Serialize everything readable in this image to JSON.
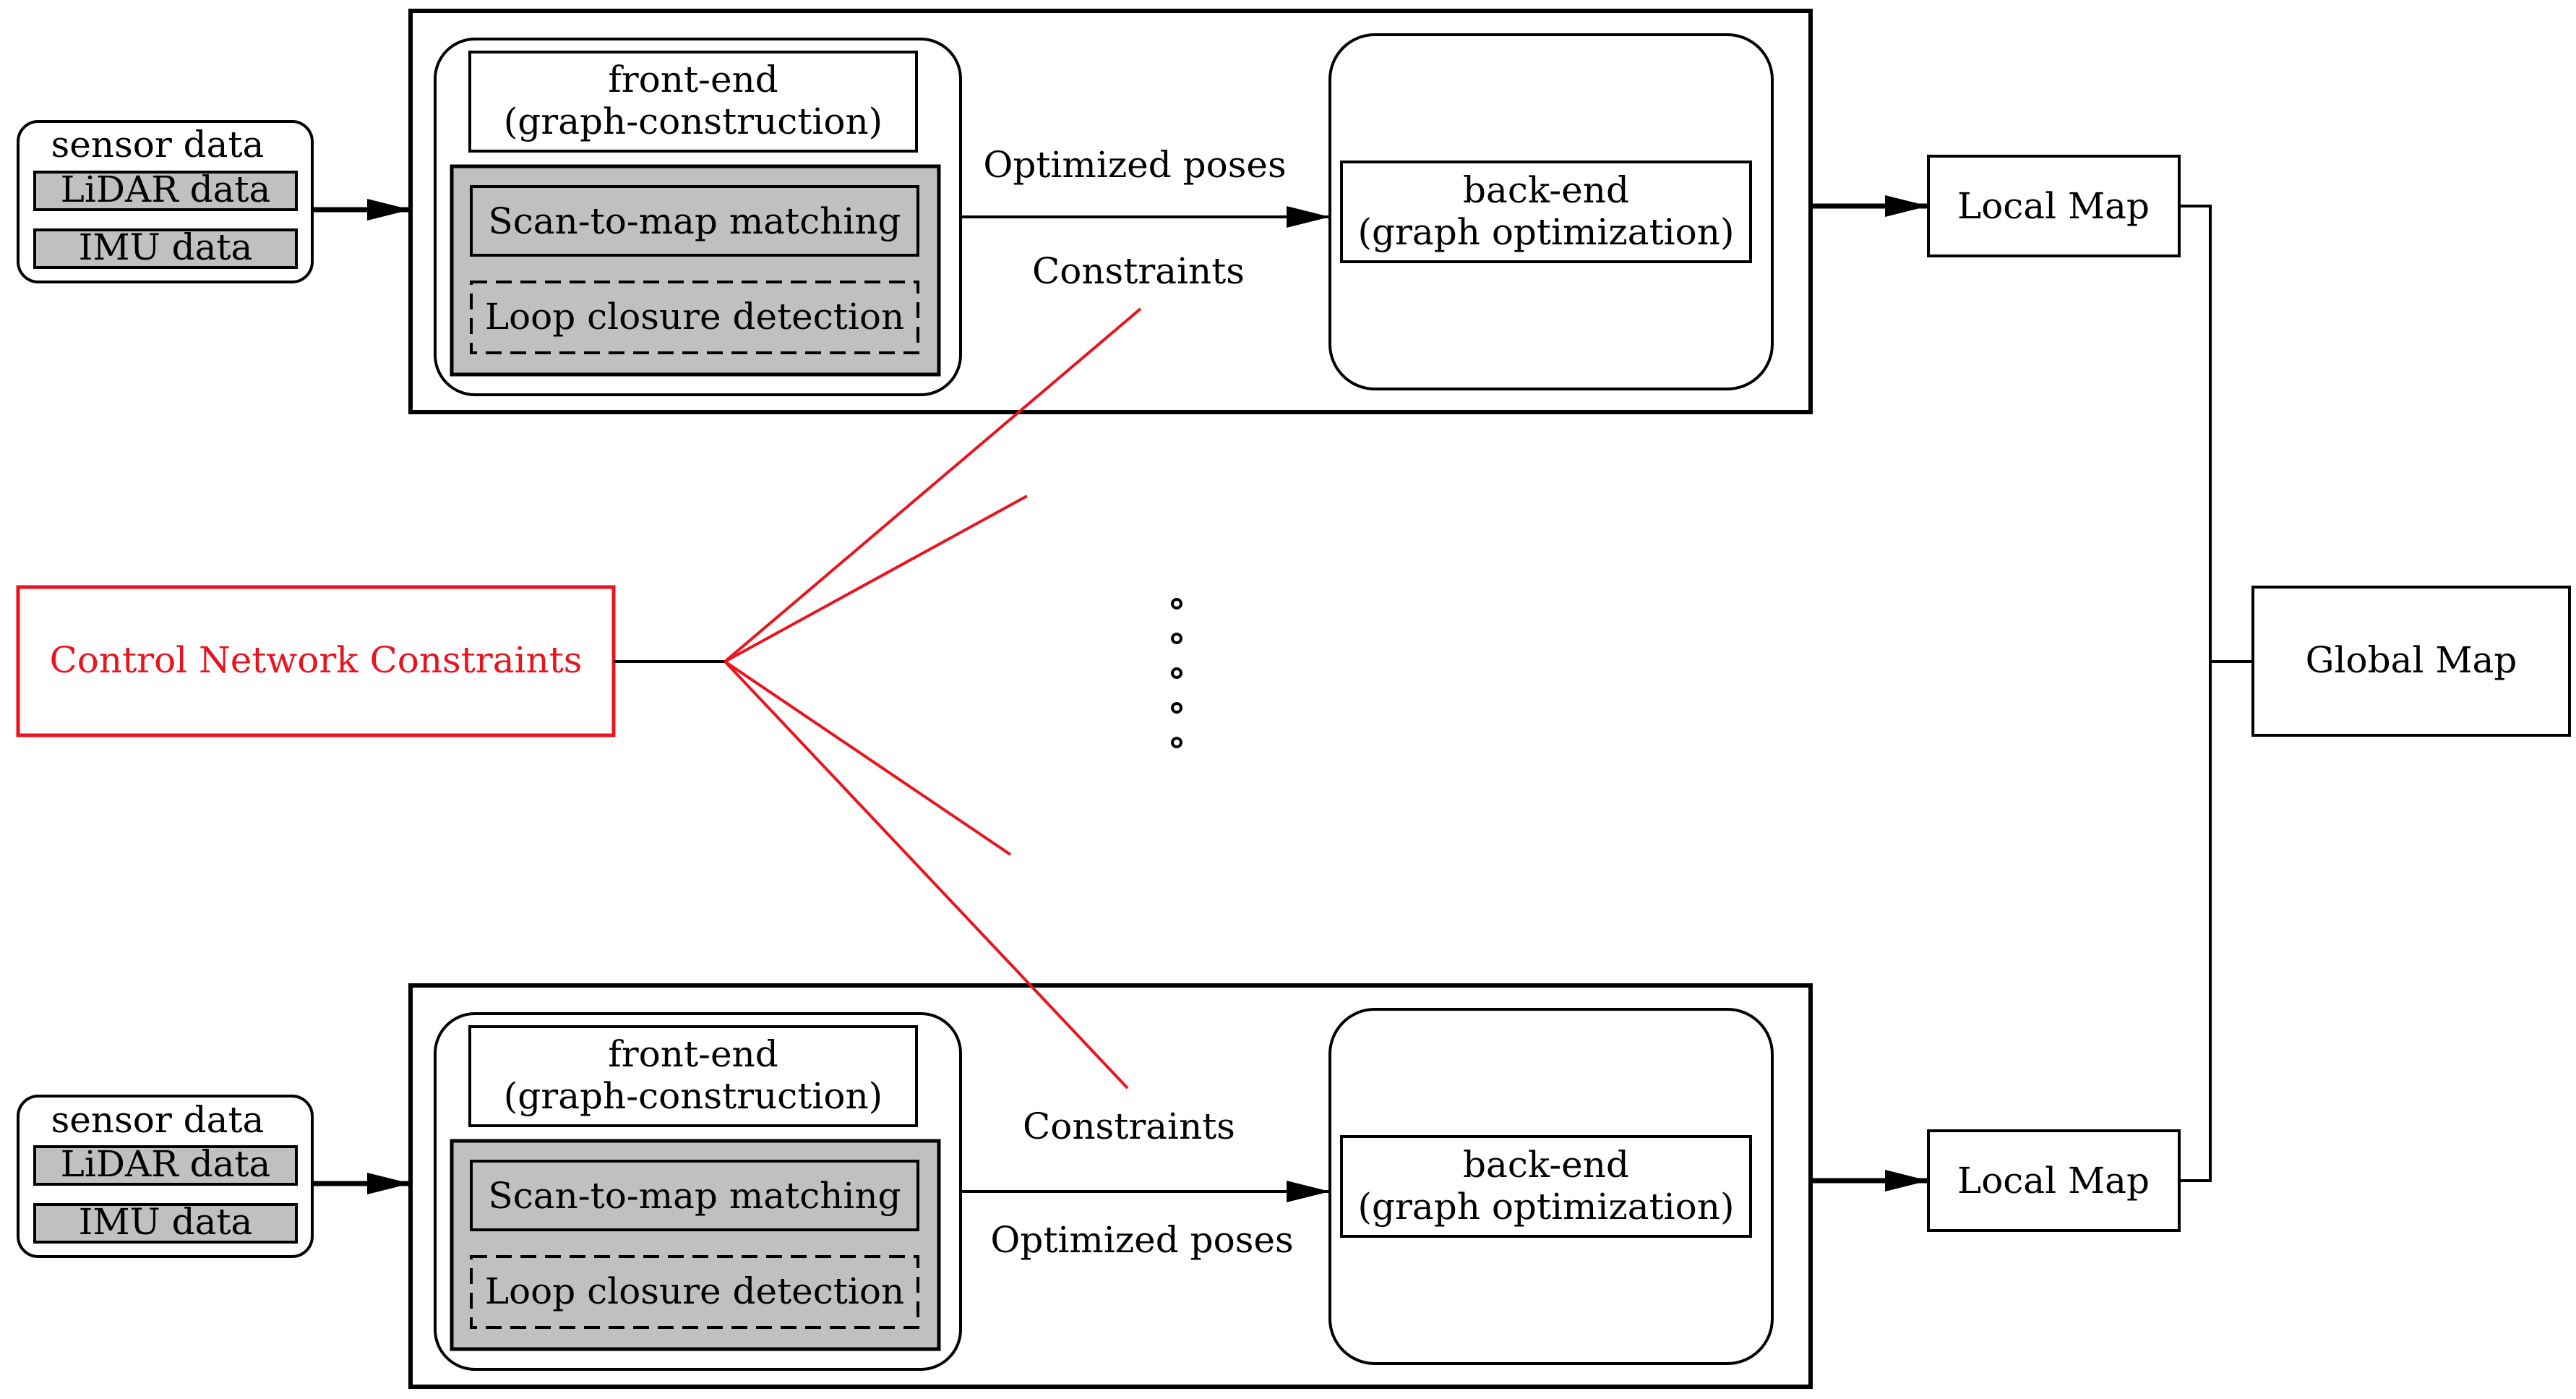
{
  "top_pipeline": {
    "sensor": {
      "title": "sensor data",
      "lidar": "LiDAR data",
      "imu": "IMU data"
    },
    "front_end": {
      "line1": "front-end",
      "line2": "(graph-construction)"
    },
    "scan_matching": "Scan-to-map matching",
    "loop_closure": "Loop closure detection",
    "optimized_poses": "Optimized poses",
    "constraints": "Constraints",
    "back_end": {
      "line1": "back-end",
      "line2": "(graph optimization)"
    },
    "local_map": "Local Map"
  },
  "bottom_pipeline": {
    "sensor": {
      "title": "sensor data",
      "lidar": "LiDAR data",
      "imu": "IMU data"
    },
    "front_end": {
      "line1": "front-end",
      "line2": "(graph-construction)"
    },
    "scan_matching": "Scan-to-map matching",
    "loop_closure": "Loop closure detection",
    "optimized_poses": "Optimized poses",
    "constraints": "Constraints",
    "back_end": {
      "line1": "back-end",
      "line2": "(graph optimization)"
    },
    "local_map": "Local Map"
  },
  "control_network": {
    "label": "Control  Network  Constraints",
    "color": "#e8141e"
  },
  "global_map": "Global Map",
  "ellipsis_dots": 5
}
